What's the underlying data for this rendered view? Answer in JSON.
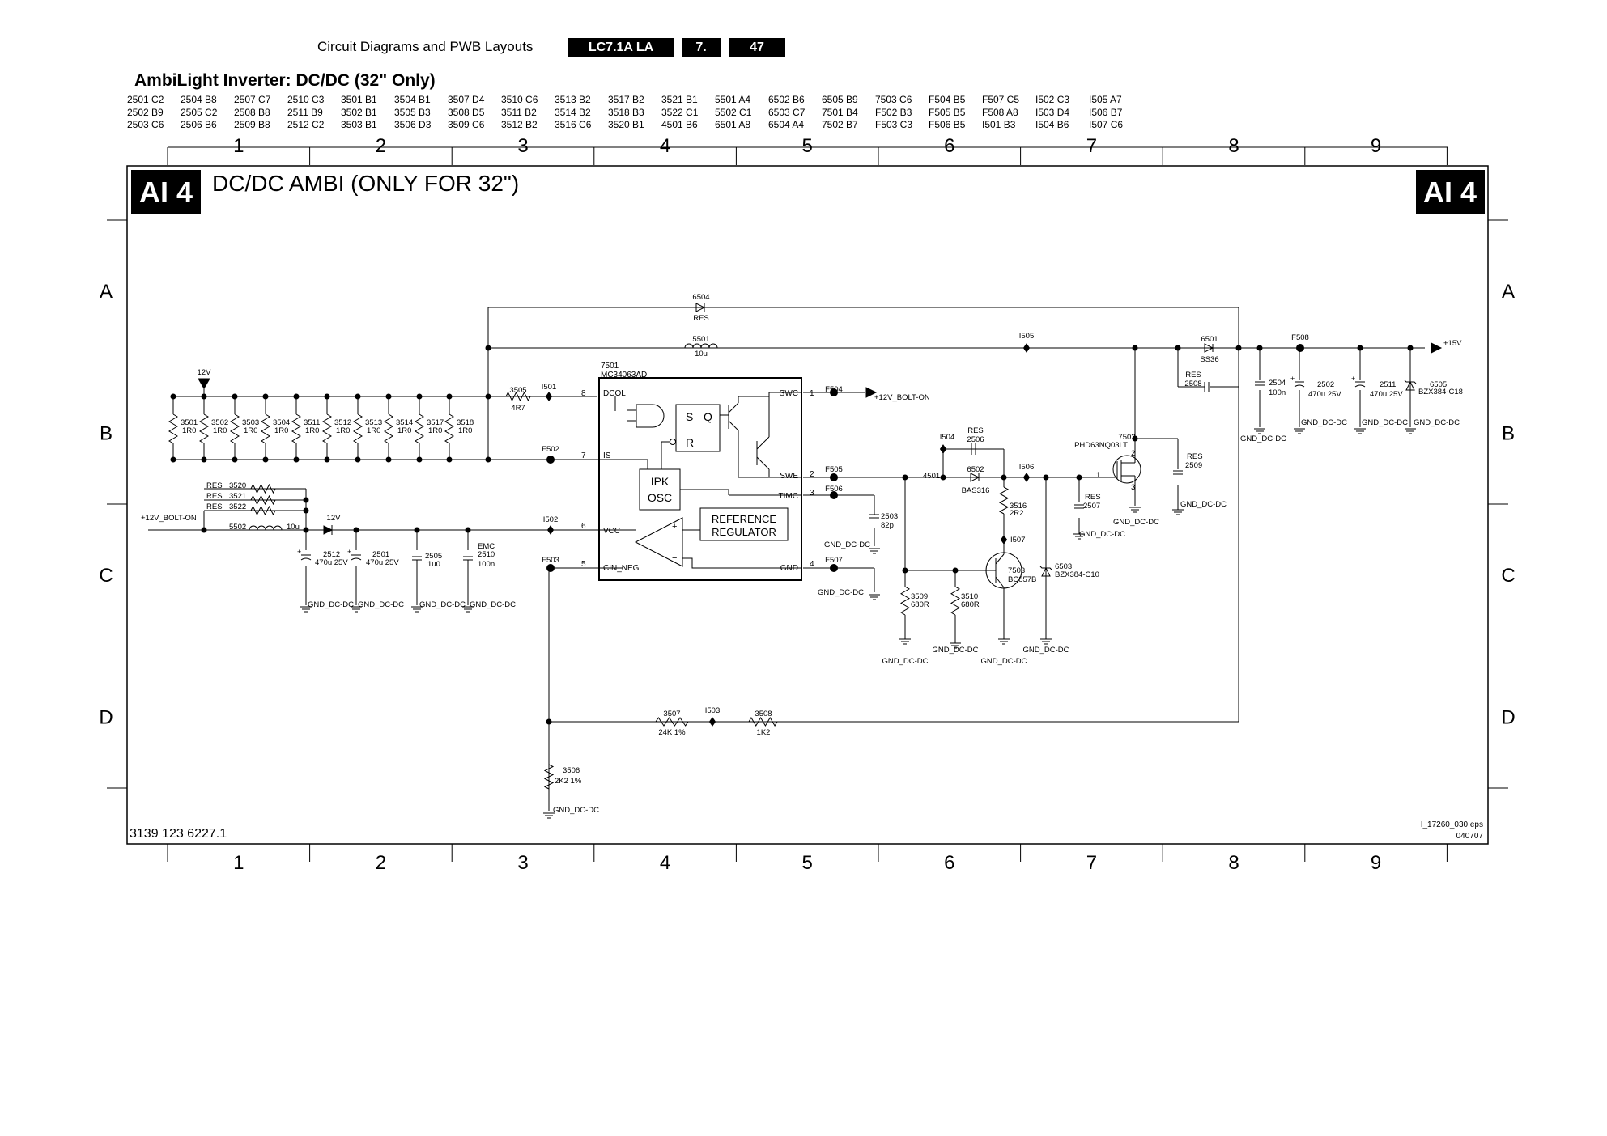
{
  "header": {
    "section": "Circuit Diagrams and PWB Layouts",
    "model": "LC7.1A LA",
    "chapter": "7.",
    "page": "47"
  },
  "page_title": "AmbiLight Inverter: DC/DC (32\" Only)",
  "cross_reference": [
    [
      "2501 C2",
      "2502 B9",
      "2503 C6"
    ],
    [
      "2504 B8",
      "2505 C2",
      "2506 B6"
    ],
    [
      "2507 C7",
      "2508 B8",
      "2509 B8"
    ],
    [
      "2510 C3",
      "2511 B9",
      "2512 C2"
    ],
    [
      "3501 B1",
      "3502 B1",
      "3503 B1"
    ],
    [
      "3504 B1",
      "3505 B3",
      "3506 D3"
    ],
    [
      "3507 D4",
      "3508 D5",
      "3509 C6"
    ],
    [
      "3510 C6",
      "3511 B2",
      "3512 B2"
    ],
    [
      "3513 B2",
      "3514 B2",
      "3516 C6"
    ],
    [
      "3517 B2",
      "3518 B3",
      "3520 B1"
    ],
    [
      "3521 B1",
      "3522 C1",
      "4501 B6"
    ],
    [
      "5501 A4",
      "5502 C1",
      "6501 A8"
    ],
    [
      "6502 B6",
      "6503 C7",
      "6504 A4"
    ],
    [
      "6505 B9",
      "7501 B4",
      "7502 B7"
    ],
    [
      "7503 C6",
      "F502 B3",
      "F503 C3"
    ],
    [
      "F504 B5",
      "F505 B5",
      "F506 B5"
    ],
    [
      "F507 C5",
      "F508 A8",
      "I501 B3"
    ],
    [
      "I502 C3",
      "I503 D4",
      "I504 B6"
    ],
    [
      "I505 A7",
      "I506 B7",
      "I507 C6"
    ]
  ],
  "grid": {
    "columns": [
      "1",
      "2",
      "3",
      "4",
      "5",
      "6",
      "7",
      "8",
      "9"
    ],
    "rows": [
      "A",
      "B",
      "C",
      "D"
    ]
  },
  "diagram": {
    "badge": "AI 4",
    "title": "DC/DC AMBI (ONLY FOR 32\")",
    "doc_number": "3139 123 6227.1",
    "file_name": "H_17260_030.eps",
    "file_date": "040707"
  },
  "ic": {
    "ref": "7501",
    "part": "MC34063AD",
    "pins": {
      "dcol": "DCOL",
      "is": "IS",
      "vcc": "VCC",
      "cin_neg": "CIN_NEG",
      "swc": "SWC",
      "swe": "SWE",
      "timc": "TIMC",
      "gnd": "GND",
      "p1": "1",
      "p2": "2",
      "p3": "3",
      "p4": "4",
      "p5": "5",
      "p6": "6",
      "p7": "7",
      "p8": "8"
    },
    "latch_s": "S",
    "latch_q": "Q",
    "latch_r": "R",
    "osc_line1": "IPK",
    "osc_line2": "OSC",
    "ref_line1": "REFERENCE",
    "ref_line2": "REGULATOR",
    "plus": "+",
    "minus": "−"
  },
  "nets": {
    "v12": "12V",
    "bolt_on": "+12V_BOLT-ON",
    "v15": "+15V",
    "gnd": "GND_DC-DC"
  },
  "components": {
    "d6504": {
      "ref": "6504",
      "value": "RES"
    },
    "l5501": {
      "ref": "5501",
      "value": "10u"
    },
    "i505": "I505",
    "d6501": {
      "ref": "6501",
      "value": "SS36"
    },
    "f508": "F508",
    "res2508": {
      "ref": "RES",
      "value": "2508"
    },
    "c2504": {
      "ref": "2504",
      "value": "100n"
    },
    "c2502": {
      "ref": "2502",
      "value": "470u 25V"
    },
    "c2511": {
      "ref": "2511",
      "value": "470u 25V"
    },
    "d6505": {
      "ref": "6505",
      "value": "BZX384-C18"
    },
    "r3505": {
      "ref": "3505",
      "value": "4R7"
    },
    "i501": "I501",
    "f502": "F502",
    "f504": "F504",
    "f505": "F505",
    "f506": "F506",
    "f507": "F507",
    "i502": "I502",
    "f503": "F503",
    "shunts": [
      {
        "ref": "3501",
        "value": "1R0"
      },
      {
        "ref": "3502",
        "value": "1R0"
      },
      {
        "ref": "3503",
        "value": "1R0"
      },
      {
        "ref": "3504",
        "value": "1R0"
      },
      {
        "ref": "3511",
        "value": "1R0"
      },
      {
        "ref": "3512",
        "value": "1R0"
      },
      {
        "ref": "3513",
        "value": "1R0"
      },
      {
        "ref": "3514",
        "value": "1R0"
      },
      {
        "ref": "3517",
        "value": "1R0"
      },
      {
        "ref": "3518",
        "value": "1R0"
      }
    ],
    "res3520": {
      "ref": "RES",
      "value": "3520"
    },
    "res3521": {
      "ref": "RES",
      "value": "3521"
    },
    "res3522": {
      "ref": "RES",
      "value": "3522"
    },
    "l5502": {
      "ref": "5502",
      "value": "10u"
    },
    "c2512": {
      "ref": "2512",
      "value": "470u  25V"
    },
    "c2501": {
      "ref": "2501",
      "value": "470u  25V"
    },
    "c2505": {
      "ref": "2505",
      "value": "1u0"
    },
    "c2510": {
      "ref": "EMC",
      "ref2": "2510",
      "value": "100n"
    },
    "c2503": {
      "ref": "2503",
      "value": "82p"
    },
    "x4501": "4501",
    "i504": "I504",
    "res2506": {
      "ref": "RES",
      "value": "2506"
    },
    "d6502": {
      "ref": "6502",
      "value": "BAS316"
    },
    "i506": "I506",
    "r3516": {
      "ref": "3516",
      "value": "2R2"
    },
    "i507": "I507",
    "q7502": {
      "ref": "7502",
      "value": "PHD63NQ03LT",
      "p1": "1",
      "p2": "2",
      "p3": "3"
    },
    "res2507": {
      "ref": "RES",
      "value": "2507"
    },
    "res2509": {
      "ref": "RES",
      "value": "2509"
    },
    "q7503": {
      "ref": "7503",
      "value": "BC857B"
    },
    "d6503": {
      "ref": "6503",
      "value": "BZX384-C10"
    },
    "r3509": {
      "ref": "3509",
      "value": "680R"
    },
    "r3510": {
      "ref": "3510",
      "value": "680R"
    },
    "r3507": {
      "ref": "3507",
      "value": "24K  1%"
    },
    "i503": "I503",
    "r3508": {
      "ref": "3508",
      "value": "1K2"
    },
    "r3506": {
      "ref": "3506",
      "value": "2K2  1%"
    }
  }
}
